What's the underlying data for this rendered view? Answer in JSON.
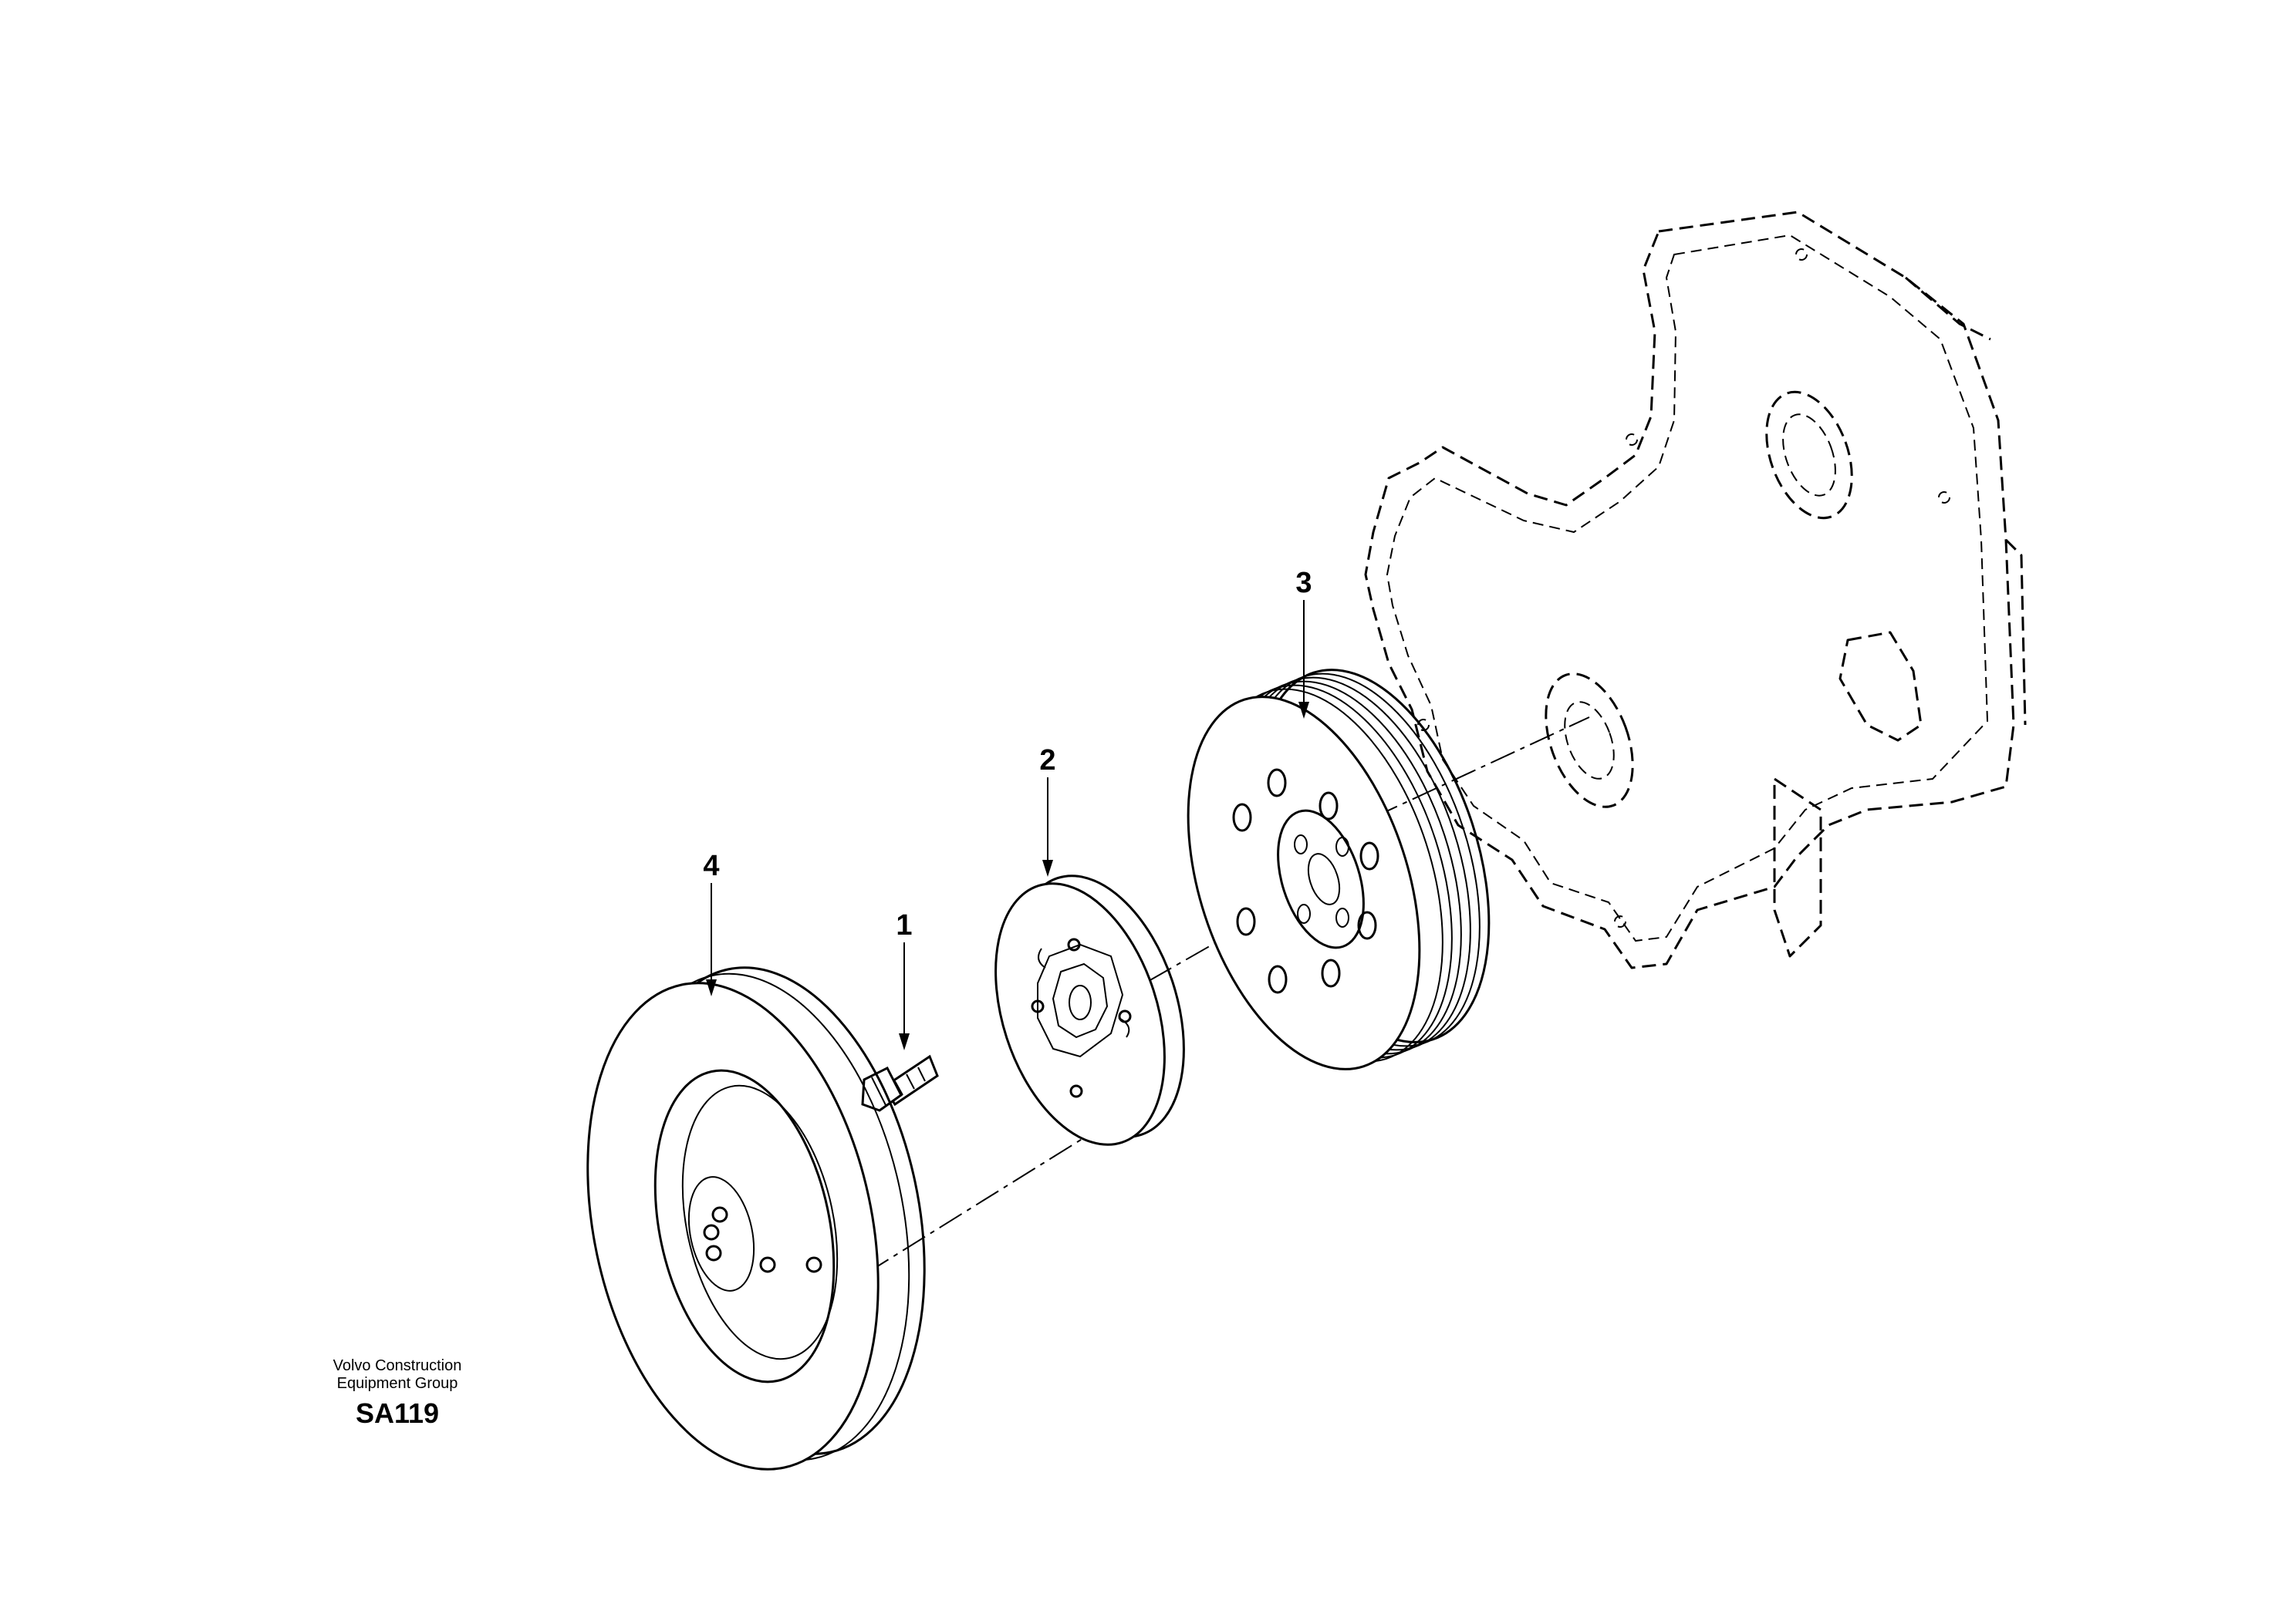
{
  "callouts": [
    {
      "id": "1",
      "label": "1"
    },
    {
      "id": "2",
      "label": "2"
    },
    {
      "id": "3",
      "label": "3"
    },
    {
      "id": "4",
      "label": "4"
    }
  ],
  "footer": {
    "line1": "Volvo Construction",
    "line2": "Equipment Group",
    "code": "SA119"
  }
}
